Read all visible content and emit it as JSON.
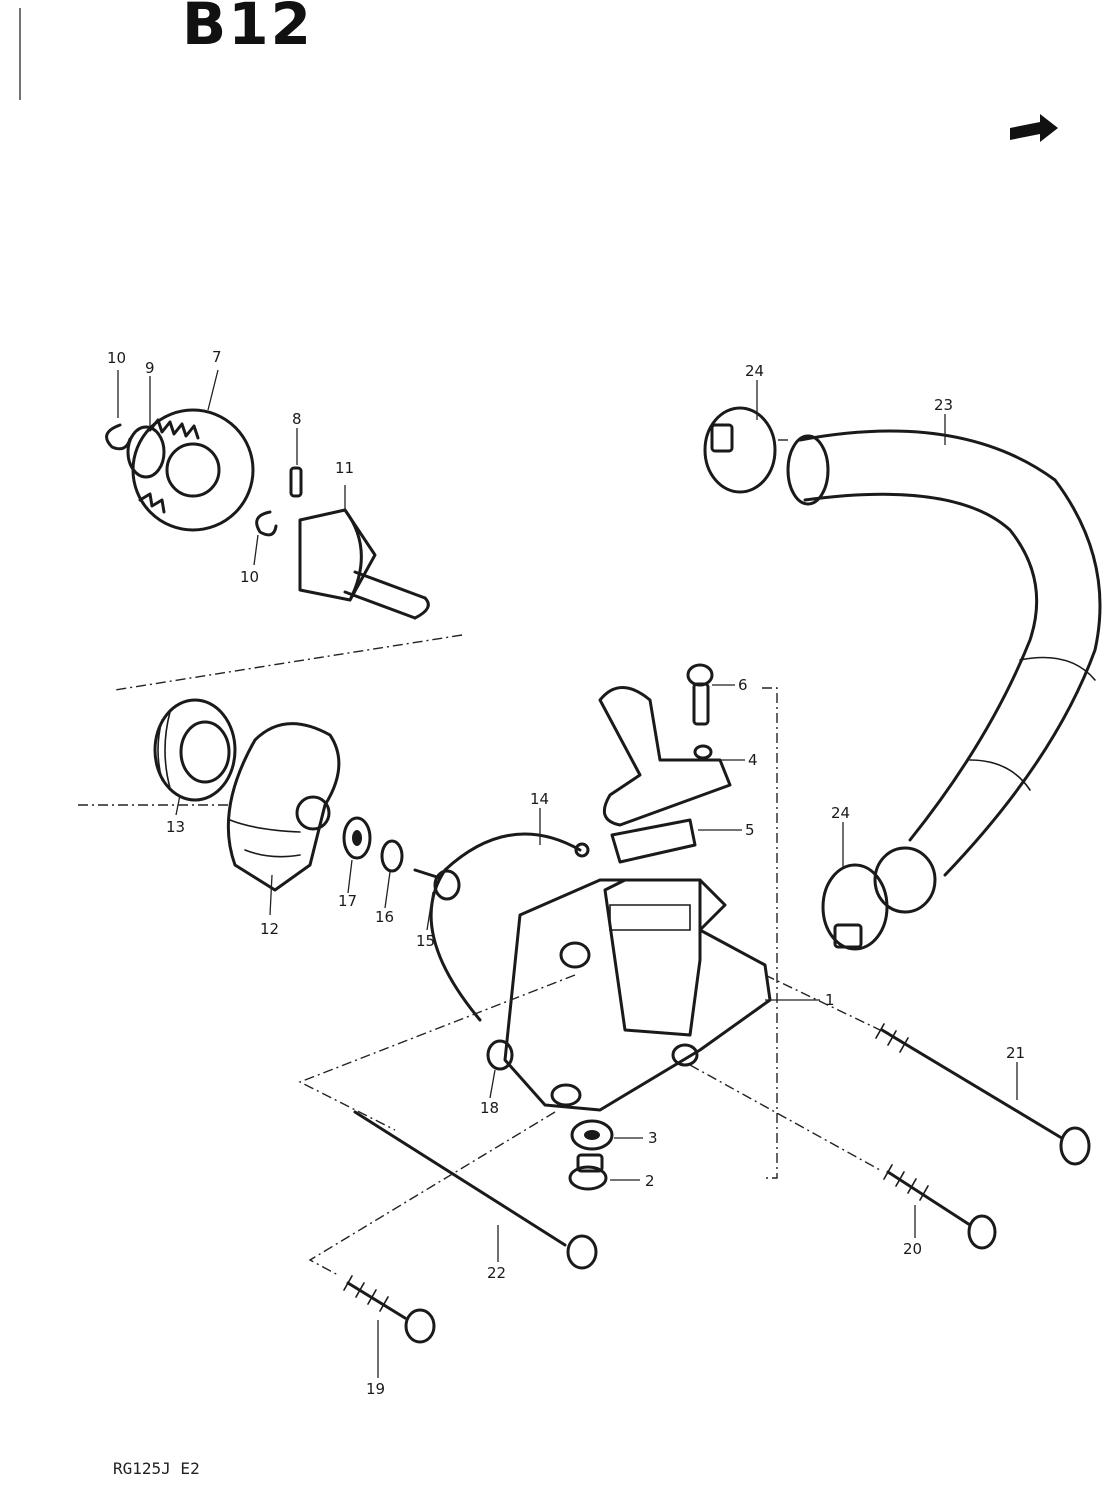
{
  "title": "B12",
  "footer": "RG125J E2",
  "callouts": [
    "1",
    "2",
    "3",
    "4",
    "5",
    "6",
    "7",
    "8",
    "9",
    "10",
    "10",
    "11",
    "12",
    "13",
    "14",
    "15",
    "16",
    "17",
    "18",
    "19",
    "20",
    "21",
    "22",
    "23",
    "24",
    "24"
  ]
}
